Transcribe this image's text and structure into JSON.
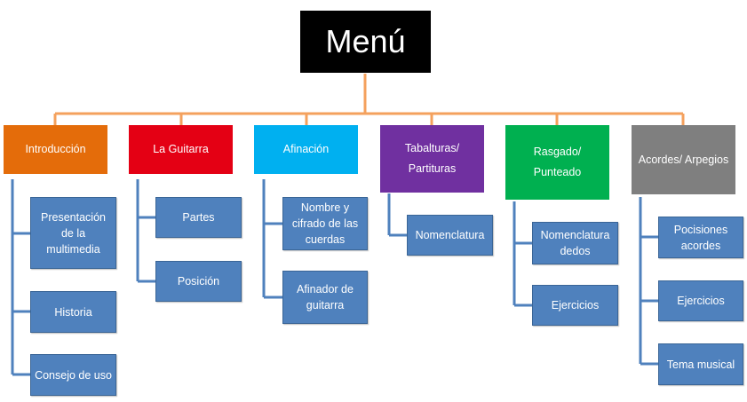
{
  "root": {
    "label": "Menú",
    "color": "#000000"
  },
  "categories": [
    {
      "label": "Introducción",
      "color": "#e46c0a",
      "items": [
        "Presentación de la multimedia",
        "Historia",
        "Consejo de uso"
      ]
    },
    {
      "label": "La Guitarra",
      "color": "#e40014",
      "items": [
        "Partes",
        "Posición"
      ]
    },
    {
      "label": "Afinación",
      "color": "#00b0f0",
      "items": [
        "Nombre y cifrado de las cuerdas",
        "Afinador de guitarra"
      ]
    },
    {
      "label": "Tabalturas/ Partituras",
      "color": "#7030a0",
      "items": [
        "Nomenclatura"
      ]
    },
    {
      "label": "Rasgado/ Punteado",
      "color": "#00b050",
      "items": [
        "Nomenclatura dedos",
        "Ejercicios"
      ]
    },
    {
      "label": "Acordes/ Arpegios",
      "color": "#7f7f7f",
      "items": [
        "Pocisiones acordes",
        "Ejercicios",
        "Tema musical"
      ]
    }
  ],
  "colors": {
    "connector_orange": "#f4a15d",
    "connector_blue": "#4f81bd",
    "item_fill": "#4f81bd"
  }
}
